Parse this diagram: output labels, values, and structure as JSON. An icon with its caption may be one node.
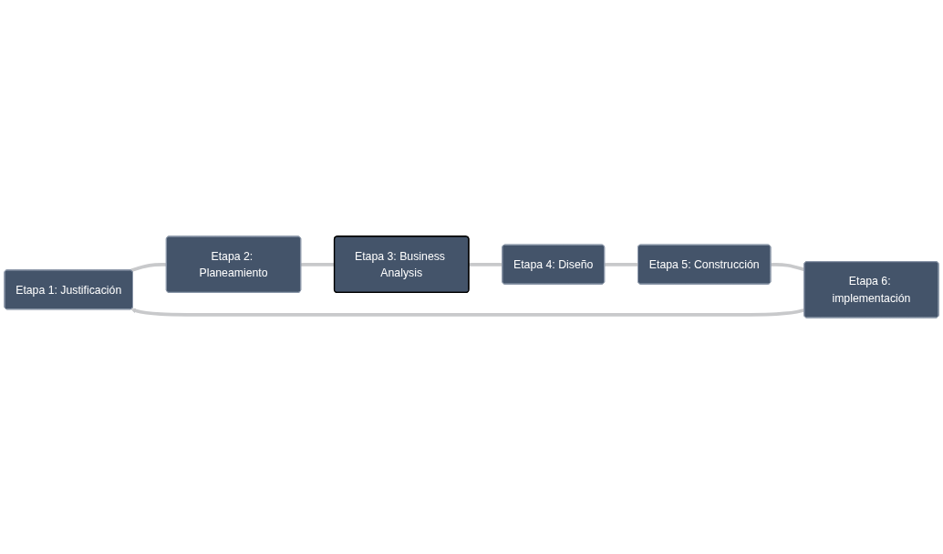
{
  "diagram": {
    "nodes": [
      {
        "text": [
          "Etapa 1: Justificación"
        ]
      },
      {
        "text": [
          "Etapa 2: Planeamiento"
        ]
      },
      {
        "text": [
          "Etapa 3: Business Analysis"
        ]
      },
      {
        "text": [
          "Etapa 4: Diseño"
        ]
      },
      {
        "text": [
          "Etapa 5: Construcción"
        ]
      },
      {
        "text": [
          "Etapa 6: implementación"
        ]
      }
    ],
    "edges": [
      {
        "from": 0,
        "to": 1,
        "arrow": "none"
      },
      {
        "from": 1,
        "to": 2,
        "arrow": "none"
      },
      {
        "from": 2,
        "to": 3,
        "arrow": "none"
      },
      {
        "from": 3,
        "to": 4,
        "arrow": "none"
      },
      {
        "from": 4,
        "to": 5,
        "arrow": "none"
      },
      {
        "from": 5,
        "to": 0,
        "arrow": "to"
      }
    ]
  }
}
